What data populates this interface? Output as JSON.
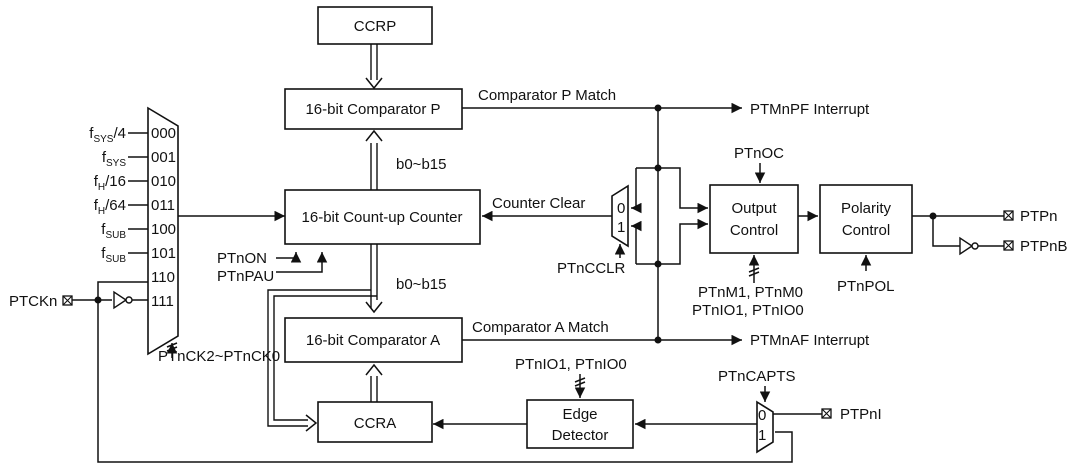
{
  "diagram": {
    "blocks": {
      "ccrp": "CCRP",
      "comparator_p": "16-bit Comparator P",
      "counter": "16-bit Count-up Counter",
      "comparator_a": "16-bit Comparator A",
      "ccra": "CCRA",
      "edge_detector": [
        "Edge",
        "Detector"
      ],
      "output_control": [
        "Output",
        "Control"
      ],
      "polarity_control": [
        "Polarity",
        "Control"
      ]
    },
    "mux_inputs": [
      {
        "base": "f",
        "sub": "SYS",
        "suffix": "/4",
        "code": "000"
      },
      {
        "base": "f",
        "sub": "SYS",
        "suffix": "",
        "code": "001"
      },
      {
        "base": "f",
        "sub": "H",
        "suffix": "/16",
        "code": "010"
      },
      {
        "base": "f",
        "sub": "H",
        "suffix": "/64",
        "code": "011"
      },
      {
        "base": "f",
        "sub": "SUB",
        "suffix": "",
        "code": "100"
      },
      {
        "base": "f",
        "sub": "SUB",
        "suffix": "",
        "code": "101"
      },
      {
        "base": "",
        "sub": "",
        "suffix": "",
        "code": "110"
      },
      {
        "base": "",
        "sub": "",
        "suffix": "",
        "code": "111"
      }
    ],
    "labels": {
      "mux_select": "PTnCK2~PTnCK0",
      "ptckn": "PTCKn",
      "ptnon": "PTnON",
      "ptnpau": "PTnPAU",
      "bus_upper": "b0~b15",
      "bus_lower": "b0~b15",
      "comparator_p_match": "Comparator P Match",
      "comparator_a_match": "Comparator A Match",
      "counter_clear": "Counter Clear",
      "ccclr_mux_0": "0",
      "ccclr_mux_1": "1",
      "ptnccclr": "PTnCCLR",
      "ptmnpf_interrupt": "PTMnPF Interrupt",
      "ptmnaf_interrupt": "PTMnAF Interrupt",
      "ptnoc": "PTnOC",
      "ptnm": "PTnM1, PTnM0",
      "ptnio_output": "PTnIO1, PTnIO0",
      "ptnio_edge": "PTnIO1, PTnIO0",
      "ptnpol": "PTnPOL",
      "ptpn": "PTPn",
      "ptpnb": "PTPnB",
      "ptncapts": "PTnCAPTS",
      "capts_mux_0": "0",
      "capts_mux_1": "1",
      "ptpni": "PTPnI"
    }
  }
}
